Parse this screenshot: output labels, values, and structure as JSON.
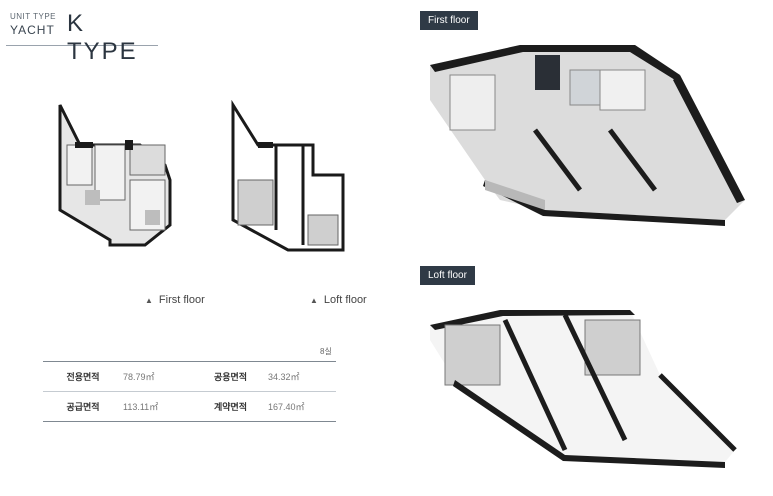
{
  "header": {
    "unit_type_label": "UNIT TYPE",
    "brand": "YACHT",
    "type_title": "K TYPE"
  },
  "plans": {
    "first_floor_caption": "First floor",
    "loft_floor_caption": "Loft floor",
    "first_floor_tag": "First floor",
    "loft_floor_tag": "Loft floor"
  },
  "area_table": {
    "note": "8실",
    "rows": [
      {
        "label_a": "전용면적",
        "value_a": "78.79㎡",
        "label_b": "공용면적",
        "value_b": "34.32㎡"
      },
      {
        "label_a": "공급면적",
        "value_a": "113.11㎡",
        "label_b": "계약면적",
        "value_b": "167.40㎡"
      }
    ]
  },
  "colors": {
    "tag_bg": "#2f3a46",
    "wall": "#1a1a1a",
    "floor": "#e8e8e8"
  }
}
